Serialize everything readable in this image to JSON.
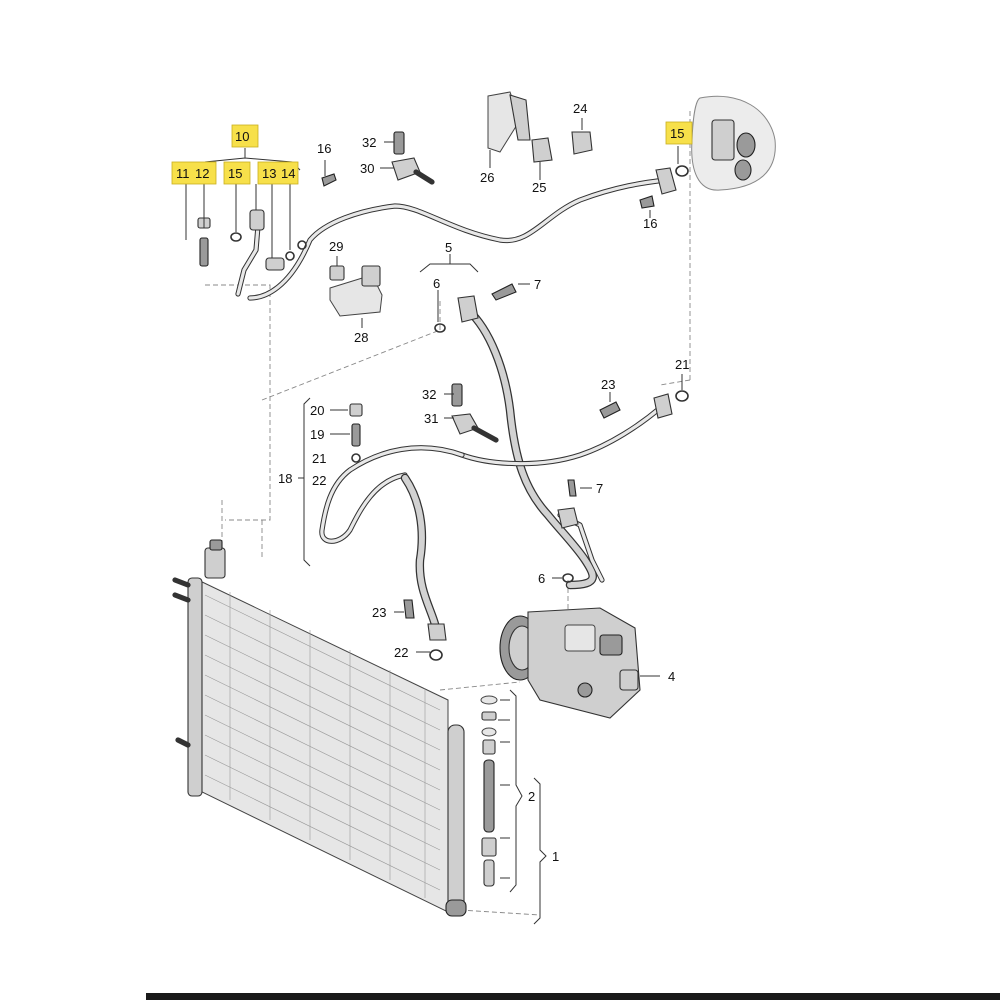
{
  "callouts": {
    "c1": "1",
    "c2": "2",
    "c4": "4",
    "c5": "5",
    "c6a": "6",
    "c6b": "6",
    "c7a": "7",
    "c7b": "7",
    "c10": "10",
    "c11": "11",
    "c12": "12",
    "c13": "13",
    "c14": "14",
    "c15a": "15",
    "c15b": "15",
    "c16a": "16",
    "c16b": "16",
    "c18": "18",
    "c19": "19",
    "c20": "20",
    "c21a": "21",
    "c21b": "21",
    "c22a": "22",
    "c22b": "22",
    "c23a": "23",
    "c23b": "23",
    "c24": "24",
    "c25": "25",
    "c26": "26",
    "c28": "28",
    "c29": "29",
    "c30": "30",
    "c31": "31",
    "c32a": "32",
    "c32b": "32"
  },
  "colors": {
    "highlight": "#f7e04a",
    "line": "#333333",
    "part_fill": "#cfcfcf",
    "background": "#ffffff"
  }
}
